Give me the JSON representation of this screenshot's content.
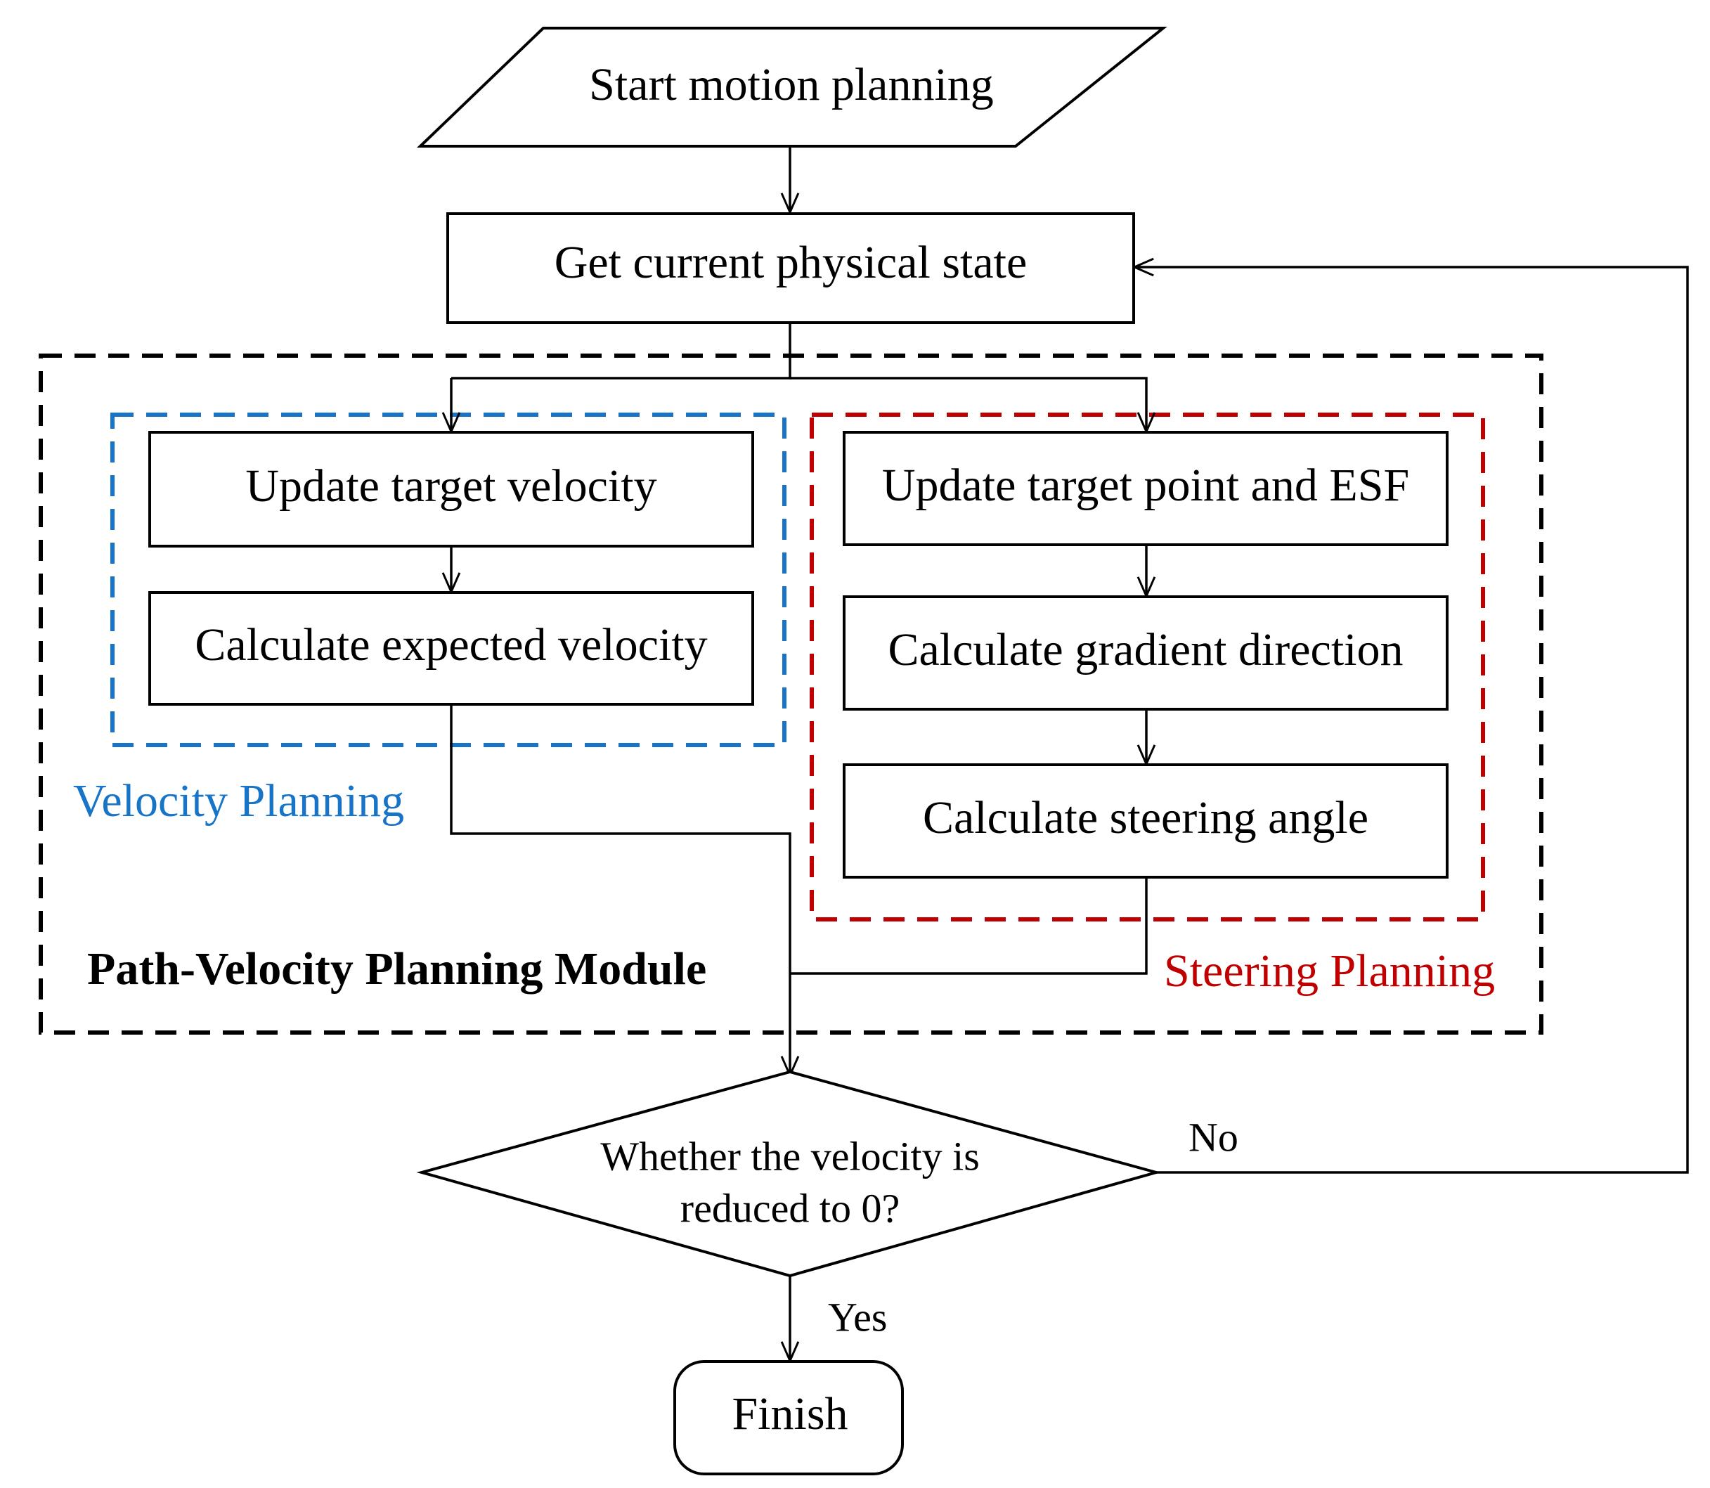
{
  "diagram": {
    "nodes": {
      "start": {
        "label": "Start motion planning"
      },
      "get_state": {
        "label": "Get current physical state"
      },
      "update_velocity": {
        "label": "Update target velocity"
      },
      "expected_velocity": {
        "label": "Calculate expected velocity"
      },
      "update_target": {
        "label": "Update target point and ESF"
      },
      "gradient": {
        "label": "Calculate gradient direction"
      },
      "steering_angle": {
        "label": "Calculate steering angle"
      },
      "decision": {
        "line1": "Whether the velocity is",
        "line2": "reduced to 0?"
      },
      "finish": {
        "label": "Finish"
      }
    },
    "edges": {
      "no_label": "No",
      "yes_label": "Yes"
    },
    "groups": {
      "module": {
        "label": "Path-Velocity Planning Module",
        "color": "#000000"
      },
      "velocity": {
        "label": "Velocity Planning",
        "color": "#1874C6"
      },
      "steering": {
        "label": "Steering Planning",
        "color": "#C00000"
      }
    }
  }
}
